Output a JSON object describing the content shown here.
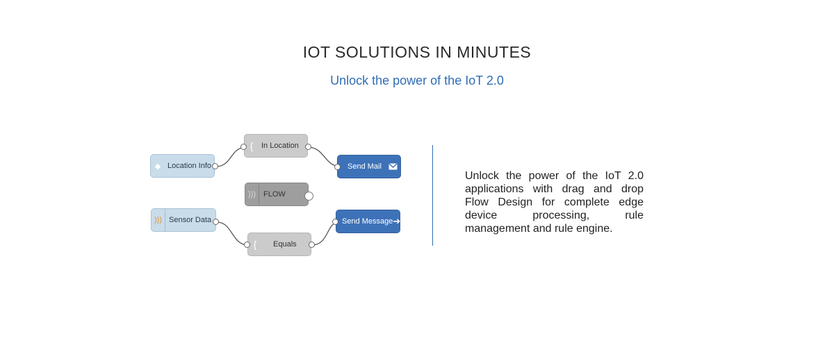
{
  "header": {
    "title": "IOT SOLUTIONS IN MINUTES",
    "subtitle": "Unlock the power of the IoT 2.0"
  },
  "flow": {
    "nodes": {
      "location_info": {
        "label": "Location Info",
        "icon": "diamond-icon"
      },
      "in_location": {
        "label": "In Location",
        "icon": "brace-icon"
      },
      "send_mail": {
        "label": "Send Mail",
        "icon": "mail-icon"
      },
      "flow": {
        "label": "FLOW",
        "icon": "wave-icon"
      },
      "sensor_data": {
        "label": "Sensor Data",
        "icon": "wave-icon"
      },
      "equals": {
        "label": "Equals",
        "icon": "brace-icon"
      },
      "send_message": {
        "label": "Send Message",
        "icon": "arrow-right-icon"
      }
    },
    "colors": {
      "input_node": "#c9dcea",
      "function_node": "#cbcbcb",
      "flow_node": "#9e9e9e",
      "output_node": "#3e72b8"
    }
  },
  "description": {
    "text": "Unlock the power of the IoT 2.0 applications with drag and drop Flow Design for complete edge device processing, rule management and rule engine."
  },
  "colors": {
    "accent": "#2f6db5",
    "text": "#2a2a2a"
  }
}
